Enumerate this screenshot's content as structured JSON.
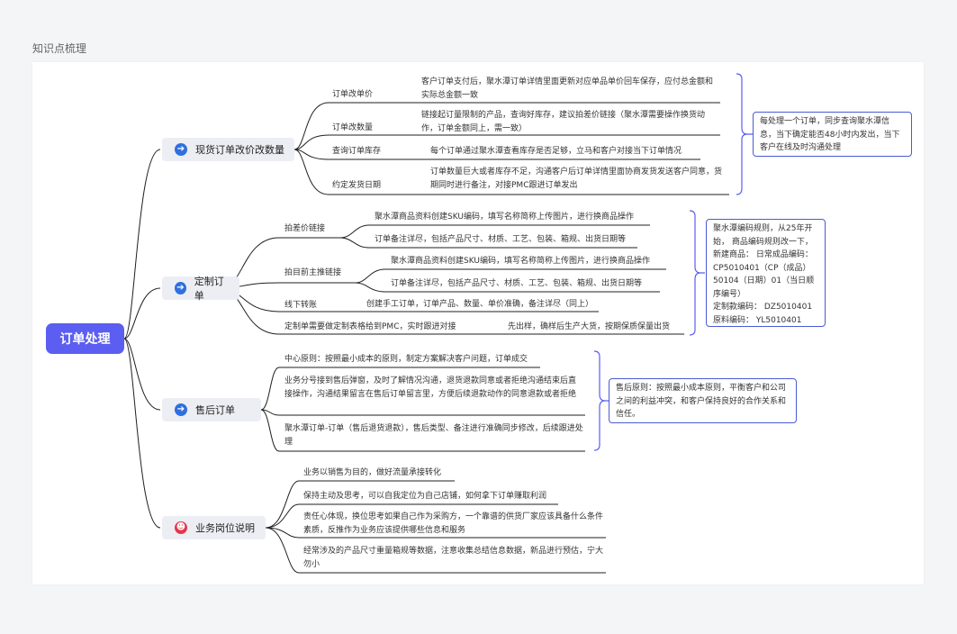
{
  "page_title": "知识点梳理",
  "root": "订单处理",
  "branches": [
    {
      "label": "现货订单改价改数量",
      "icon": "arrow-right-icon",
      "items": [
        {
          "label": "订单改单价",
          "detail": "客户订单支付后，聚水潭订单详情里面更新对应单品单价回车保存，应付总金额和实际总金额一致"
        },
        {
          "label": "订单改数量",
          "detail": "链接起订量限制的产品，查询好库存，建议拍差价链接（聚水潭需要操作换货动作，订单金额同上，需一致）"
        },
        {
          "label": "查询订单库存",
          "detail": "每个订单通过聚水潭查看库存是否足够，立马和客户对接当下订单情况"
        },
        {
          "label": "约定发货日期",
          "detail": "订单数量巨大或者库存不足，沟通客户后订单详情里面协商发货发送客户同意，货期同时进行备注，对接PMC跟进订单发出"
        }
      ],
      "note": "每处理一个订单，同步查询聚水潭信息，当下确定能否48小时内发出，当下客户在线及时沟通处理"
    },
    {
      "label": "定制订单",
      "icon": "arrow-right-icon",
      "items": [
        {
          "label": "拍差价链接",
          "subs": [
            "聚水潭商品资料创建SKU编码，填写名称简称上传图片，进行换商品操作",
            "订单备注详尽，包括产品尺寸、材质、工艺、包装、箱规、出货日期等"
          ]
        },
        {
          "label": "拍目前主推链接",
          "subs": [
            "聚水潭商品资料创建SKU编码，填写名称简称上传图片，进行换商品操作",
            "订单备注详尽，包括产品尺寸、材质、工艺、包装、箱规、出货日期等"
          ]
        },
        {
          "label": "线下转账",
          "subs": [
            "创建手工订单，订单产品、数量、单价准确，备注详尽（同上）"
          ]
        },
        {
          "label": "定制单需要做定制表格给到PMC，实时跟进对接",
          "subs": [
            "先出样，确样后生产大货，按期保质保量出货"
          ]
        }
      ],
      "note": "聚水潭编码规则，从25年开始， 商品编码规则改一下，新建商品： 日常成品编码：CP5010401（CP（成品）50104（日期）01（当日顺序编号）\n定制款编码： DZ5010401\n 原料编码： YL5010401"
    },
    {
      "label": "售后订单",
      "icon": "arrow-right-icon",
      "items": [
        {
          "detail": "中心原则：按照最小成本的原则，制定方案解决客户问题，订单成交"
        },
        {
          "detail": "业务分号接到售后弹窗，及时了解情况沟通，退货退款同意或者拒绝沟通结束后直接操作，沟通结果留言在售后订单留言里，方便后续退款动作的同意退款或者拒绝"
        },
        {
          "detail": "聚水潭订单-订单（售后退货退款），售后类型、备注进行准确同步修改，后续跟进处理"
        }
      ],
      "note": "售后原则：按照最小成本原则，平衡客户和公司之间的利益冲突，和客户保持良好的合作关系和信任。"
    },
    {
      "label": "业务岗位说明",
      "icon": "smiling-face-icon",
      "items": [
        {
          "detail": "业务以销售为目的，做好流量承接转化"
        },
        {
          "detail": "保持主动及思考，可以自我定位为自己店铺，如何拿下订单赚取利润"
        },
        {
          "detail": "责任心体现，换位思考如果自己作为采购方，一个靠谱的供货厂家应该具备什么条件素质，反推作为业务应该提供哪些信息和服务"
        },
        {
          "detail": "经常涉及的产品尺寸重量箱规等数据，注意收集总结信息数据，新品进行预估，宁大勿小"
        }
      ]
    }
  ],
  "colors": {
    "root_bg": "#5b5ef0",
    "note_border": "#4a5bd4",
    "line": "#1f1f1f",
    "bracket": "#5b5ef0",
    "icon_blue": "#2f6fe0",
    "icon_red": "#e6364c"
  }
}
